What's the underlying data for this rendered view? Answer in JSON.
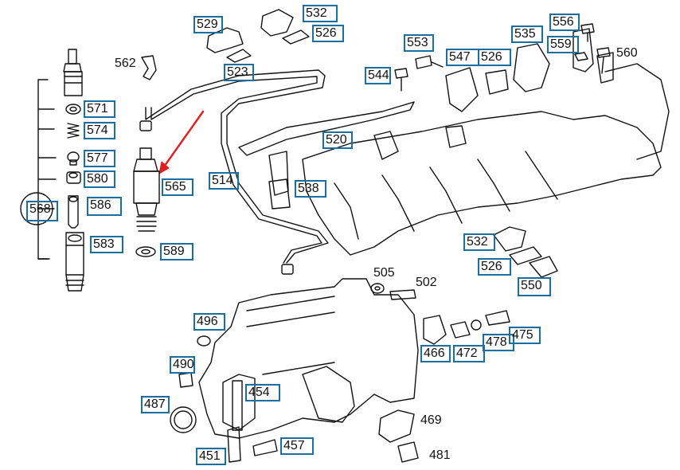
{
  "diagram": {
    "part_numbers": {
      "p529": "529",
      "p532a": "532",
      "p526a": "526",
      "p562": "562",
      "p523": "523",
      "p553": "553",
      "p544": "544",
      "p547": "547",
      "p526b": "526",
      "p535": "535",
      "p556": "556",
      "p559": "559",
      "p560": "560",
      "p571": "571",
      "p574": "574",
      "p577": "577",
      "p580": "580",
      "p568": "568",
      "p586": "586",
      "p583": "583",
      "p565": "565",
      "p589": "589",
      "p514": "514",
      "p520": "520",
      "p538": "538",
      "p532b": "532",
      "p526c": "526",
      "p550": "550",
      "p505": "505",
      "p502": "502",
      "p496": "496",
      "p490": "490",
      "p487": "487",
      "p454": "454",
      "p451": "451",
      "p457": "457",
      "p466": "466",
      "p472": "472",
      "p478": "478",
      "p475": "475",
      "p469": "469",
      "p481": "481"
    },
    "colors": {
      "callout_border": "#1a6fa0",
      "arrow": "#e02020",
      "line_art": "#111111"
    }
  }
}
